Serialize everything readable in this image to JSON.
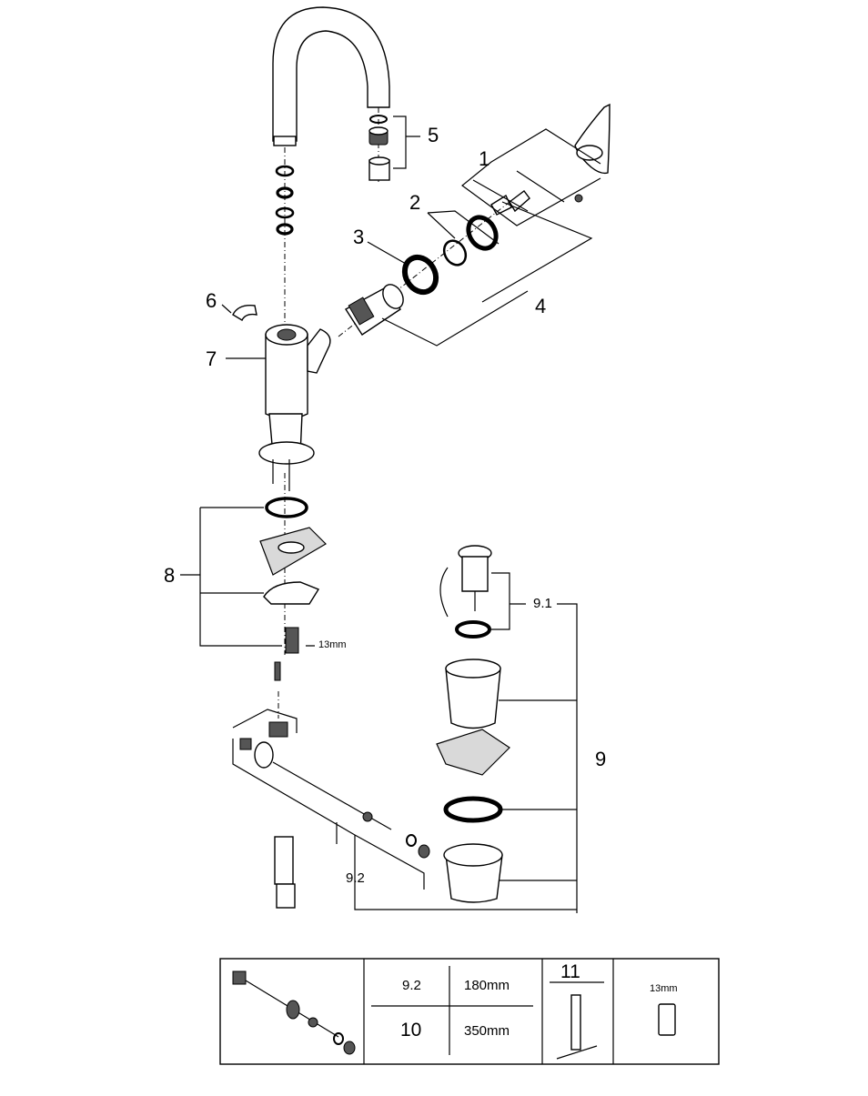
{
  "callouts": {
    "c1": "1",
    "c2": "2",
    "c3": "3",
    "c4": "4",
    "c5": "5",
    "c6": "6",
    "c7": "7",
    "c8": "8",
    "c9": "9",
    "c9_1": "9.1",
    "c9_2": "9.2",
    "wrench_size": "13mm"
  },
  "spare_table": {
    "rows": [
      {
        "part": "9.2",
        "length": "180mm"
      },
      {
        "part": "10",
        "length": "350mm"
      }
    ],
    "tool_number": "11",
    "tool_size": "13mm"
  }
}
